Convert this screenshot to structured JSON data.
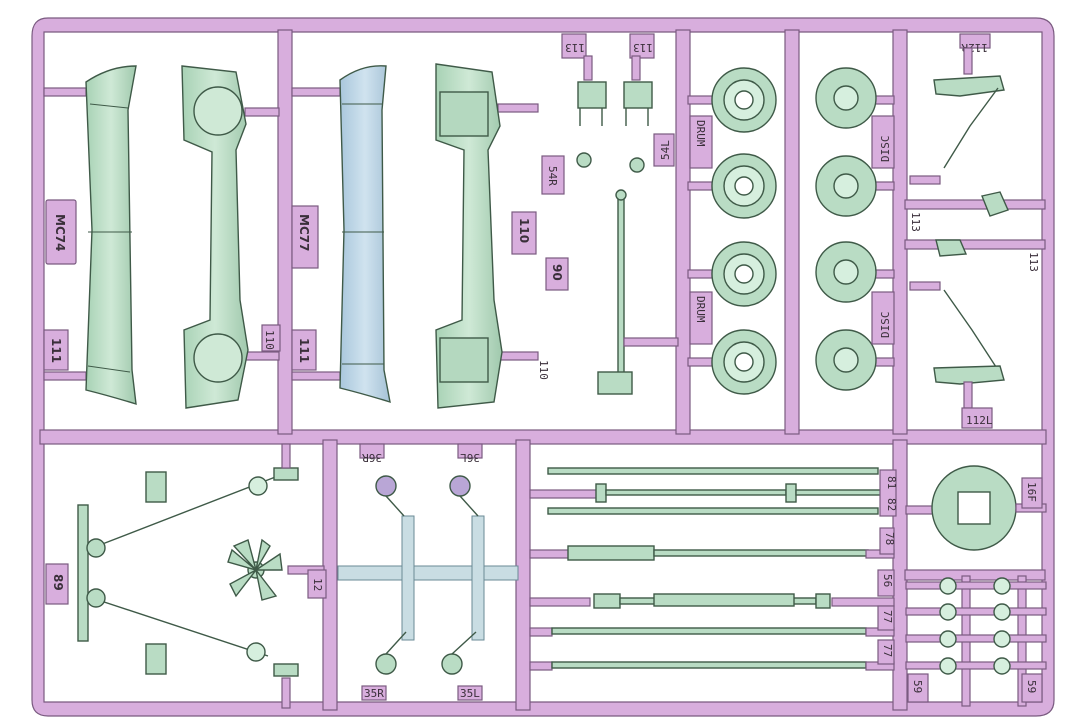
{
  "colors": {
    "runner": "#d8aedd",
    "runner_stroke": "#7a5a80",
    "part_green": "#b9dcc4",
    "part_blue": "#bcd5e6",
    "part_purple": "#b9a6d6",
    "part_stroke": "#3f5a48"
  },
  "labels": {
    "mc74": "MC74",
    "mc77": "MC77",
    "l111a": "111",
    "l111b": "111",
    "l110a": "110",
    "l110b": "110",
    "l110c": "110",
    "l113a": "113",
    "l113b": "113",
    "l113c": "113",
    "l113d": "113",
    "l90": "90",
    "l54r": "54R",
    "l54l": "54L",
    "drum1": "DRUM",
    "drum2": "DRUM",
    "disc1": "DISC",
    "disc2": "DISC",
    "l112r": "112R",
    "l112l": "112L",
    "l89": "89",
    "l12": "12",
    "l36r": "36R",
    "l36l": "36L",
    "l35r": "35R",
    "l35l": "35L",
    "l81": "81",
    "l82": "82",
    "l78": "78",
    "l56": "56",
    "l77a": "77",
    "l77b": "77",
    "l16f": "16F",
    "l59a": "59",
    "l59b": "59"
  }
}
